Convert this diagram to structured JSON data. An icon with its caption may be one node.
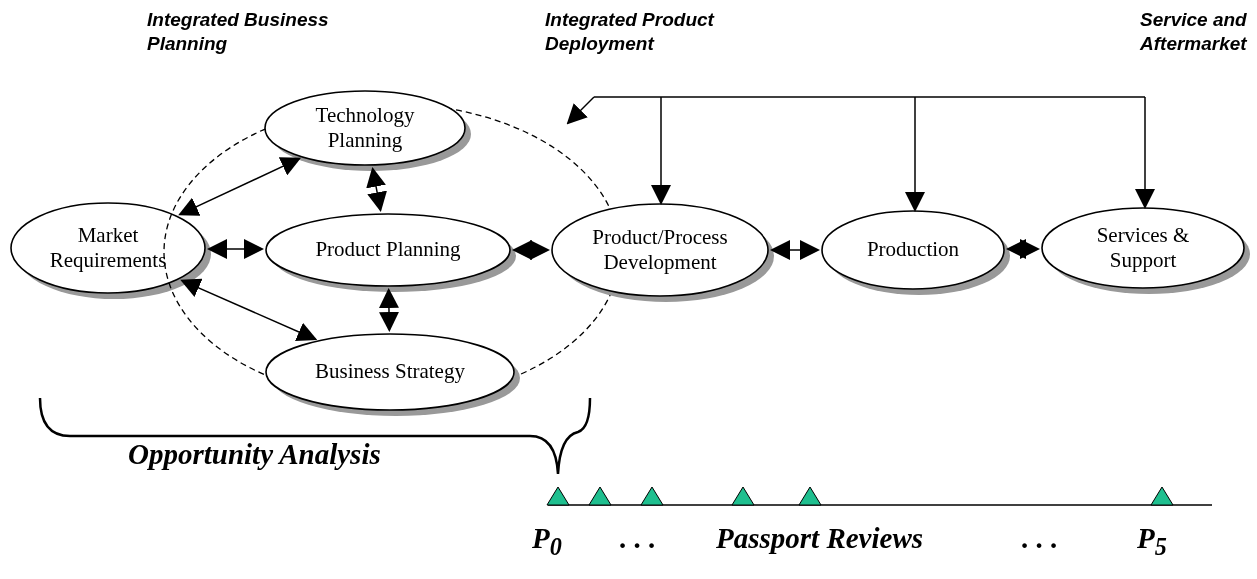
{
  "diagram": {
    "nodes": [
      {
        "text": [
          "Market Requirements"
        ]
      },
      {
        "text": [],
        "shape": "ellipse"
      },
      {
        "text": [
          "Technology Planning"
        ],
        "in": 1
      },
      {
        "text": [
          "Product Planning"
        ],
        "in": 1
      },
      {
        "text": [
          "Business Strategy"
        ],
        "in": 1
      },
      {
        "text": [
          "Product/Process Development"
        ]
      },
      {
        "text": [
          "Production"
        ]
      },
      {
        "text": [
          "Services & Support"
        ]
      }
    ],
    "edges": [
      {
        "from": 0,
        "to": 2,
        "arrow": "both"
      },
      {
        "from": 0,
        "to": 3,
        "arrow": "both"
      },
      {
        "from": 0,
        "to": 4,
        "arrow": "both"
      },
      {
        "from": 2,
        "to": 3,
        "arrow": "both"
      },
      {
        "from": 3,
        "to": 4,
        "arrow": "both"
      },
      {
        "from": 3,
        "to": 5,
        "arrow": "both"
      },
      {
        "from": 5,
        "to": 6,
        "arrow": "both"
      },
      {
        "from": 6,
        "to": 7,
        "arrow": "both"
      },
      {
        "from": null,
        "to": 1,
        "arrow": "to"
      },
      {
        "from": null,
        "to": 5,
        "arrow": "to"
      },
      {
        "from": null,
        "to": 6,
        "arrow": "to"
      },
      {
        "from": null,
        "to": 7,
        "arrow": "to"
      }
    ],
    "labels": [
      "Integrated Business Planning",
      "Integrated Product Deployment",
      "Service and Aftermarket",
      "Opportunity Analysis",
      "P$_{0}$",
      ". . .",
      "Passport Reviews",
      ". . .",
      "P$_{5}$"
    ]
  }
}
